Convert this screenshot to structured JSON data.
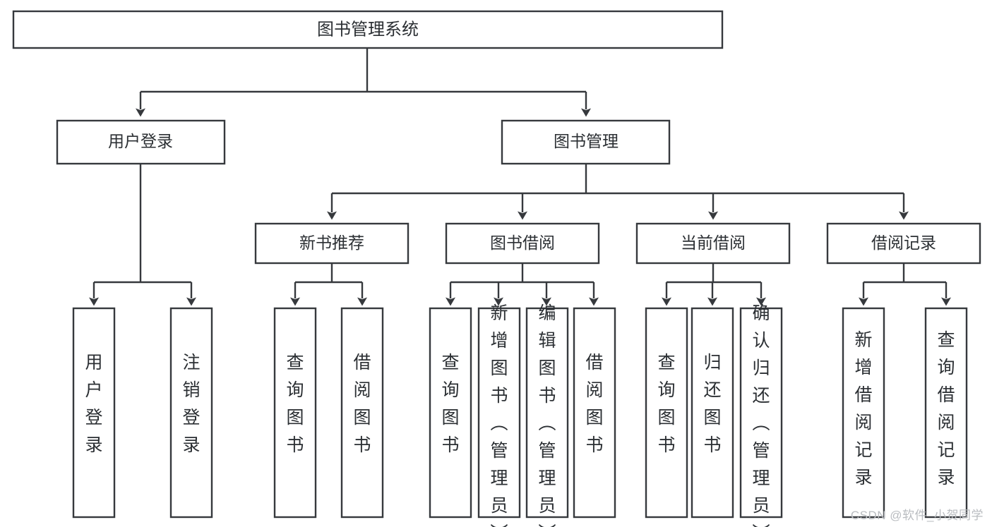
{
  "diagram": {
    "title": "图书管理系统",
    "type": "tree-hierarchy-chart",
    "watermark": "CSDN @软件_小贺同学",
    "colors": {
      "stroke": "#36393d",
      "fill": "#ffffff",
      "text": "#2b2f33",
      "background": "#ffffff",
      "watermark": "#b9bcc0"
    },
    "levels": {
      "root": {
        "label": "图书管理系统"
      },
      "level2": [
        {
          "label": "用户登录"
        },
        {
          "label": "图书管理"
        }
      ],
      "level3": [
        {
          "label": "新书推荐"
        },
        {
          "label": "图书借阅"
        },
        {
          "label": "当前借阅"
        },
        {
          "label": "借阅记录"
        }
      ],
      "leaves": [
        {
          "label": "用户登录",
          "parent": "用户登录"
        },
        {
          "label": "注销登录",
          "parent": "用户登录"
        },
        {
          "label": "查询图书",
          "parent": "新书推荐"
        },
        {
          "label": "借阅图书",
          "parent": "新书推荐"
        },
        {
          "label": "查询图书",
          "parent": "图书借阅"
        },
        {
          "label": "新增图书（管理员）",
          "parent": "图书借阅"
        },
        {
          "label": "编辑图书（管理员）",
          "parent": "图书借阅"
        },
        {
          "label": "借阅图书",
          "parent": "图书借阅"
        },
        {
          "label": "查询图书",
          "parent": "当前借阅"
        },
        {
          "label": "归还图书",
          "parent": "当前借阅"
        },
        {
          "label": "确认归还（管理员）",
          "parent": "当前借阅"
        },
        {
          "label": "新增借阅记录",
          "parent": "借阅记录"
        },
        {
          "label": "查询借阅记录",
          "parent": "借阅记录"
        }
      ]
    }
  }
}
